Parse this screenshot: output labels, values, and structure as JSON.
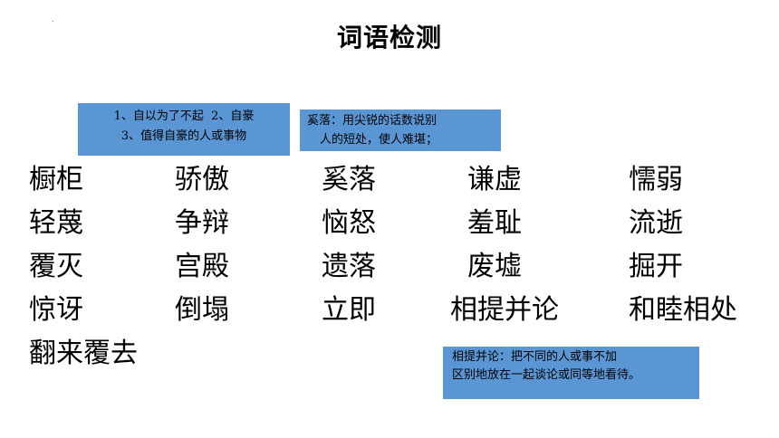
{
  "title": "词语检测",
  "notes": {
    "note1": {
      "line1": "1、自以为了不起  2、自豪",
      "line2": "3、值得自豪的人或事物"
    },
    "note2": {
      "line1": "奚落：用尖锐的话数说别",
      "line2": "人的短处，使人难堪；"
    },
    "note3": {
      "line1": "相提并论：把不同的人或事不加",
      "line2": "区别地放在一起谈论或同等地看待。"
    }
  },
  "words": {
    "row1": [
      "橱柜",
      "骄傲",
      "奚落",
      "谦虚",
      "懦弱"
    ],
    "row2": [
      "轻蔑",
      "争辩",
      "恼怒",
      "羞耻",
      "流逝"
    ],
    "row3": [
      "覆灭",
      "宫殿",
      "遗落",
      "废墟",
      "掘开"
    ],
    "row4": [
      "惊讶",
      "倒塌",
      "立即",
      "相提并论",
      "和睦相处"
    ],
    "row5": [
      "翻来覆去"
    ]
  },
  "colors": {
    "note_background": "#5a96d4",
    "text": "#000000"
  }
}
